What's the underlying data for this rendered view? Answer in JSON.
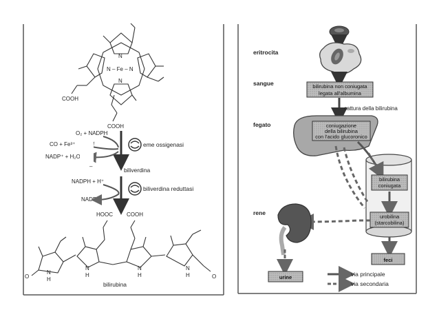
{
  "left_panel": {
    "heme": {
      "fe_label": "N – Fe – N",
      "n_top": "N",
      "n_bottom": "N",
      "cooh_1": "COOH",
      "cooh_2": "COOH"
    },
    "step1": {
      "inputs": "O₂ + NADPH",
      "byproducts": "CO + Fe³⁺",
      "nadp_out": "NADP⁺ + H₂O",
      "enzyme": "eme ossigenasi"
    },
    "biliverdina": "biliverdina",
    "step2": {
      "inputs": "NADPH + H⁺",
      "nadp_out": "NADP⁺",
      "enzyme": "biliverdina reduttasi"
    },
    "bilirubin": {
      "cooh_left": "HOOC",
      "cooh_right": "COOH",
      "n": "N",
      "h": "H",
      "o": "O",
      "name": "bilirubina"
    }
  },
  "right_panel": {
    "labels": {
      "eritrocita": "eritrocita",
      "sangue": "sangue",
      "fegato": "fegato",
      "rene": "rene"
    },
    "boxes": {
      "blood_line1": "bilirubina non coniugata",
      "blood_line2": "legata all'albumina",
      "liver_line1": "coniugazione",
      "liver_line2": "della bilirubina",
      "liver_line3": "con l'acido glucoronico",
      "gut_conj_line1": "bilirubina",
      "gut_conj_line2": "coniugata",
      "uro_line1": "urobilina",
      "uro_line2": "(starcobilina)",
      "feci": "feci",
      "urine": "urine"
    },
    "cattura": "cattura della bilirubina",
    "legend": {
      "primary": "via principale",
      "secondary": "via secondaria"
    }
  }
}
